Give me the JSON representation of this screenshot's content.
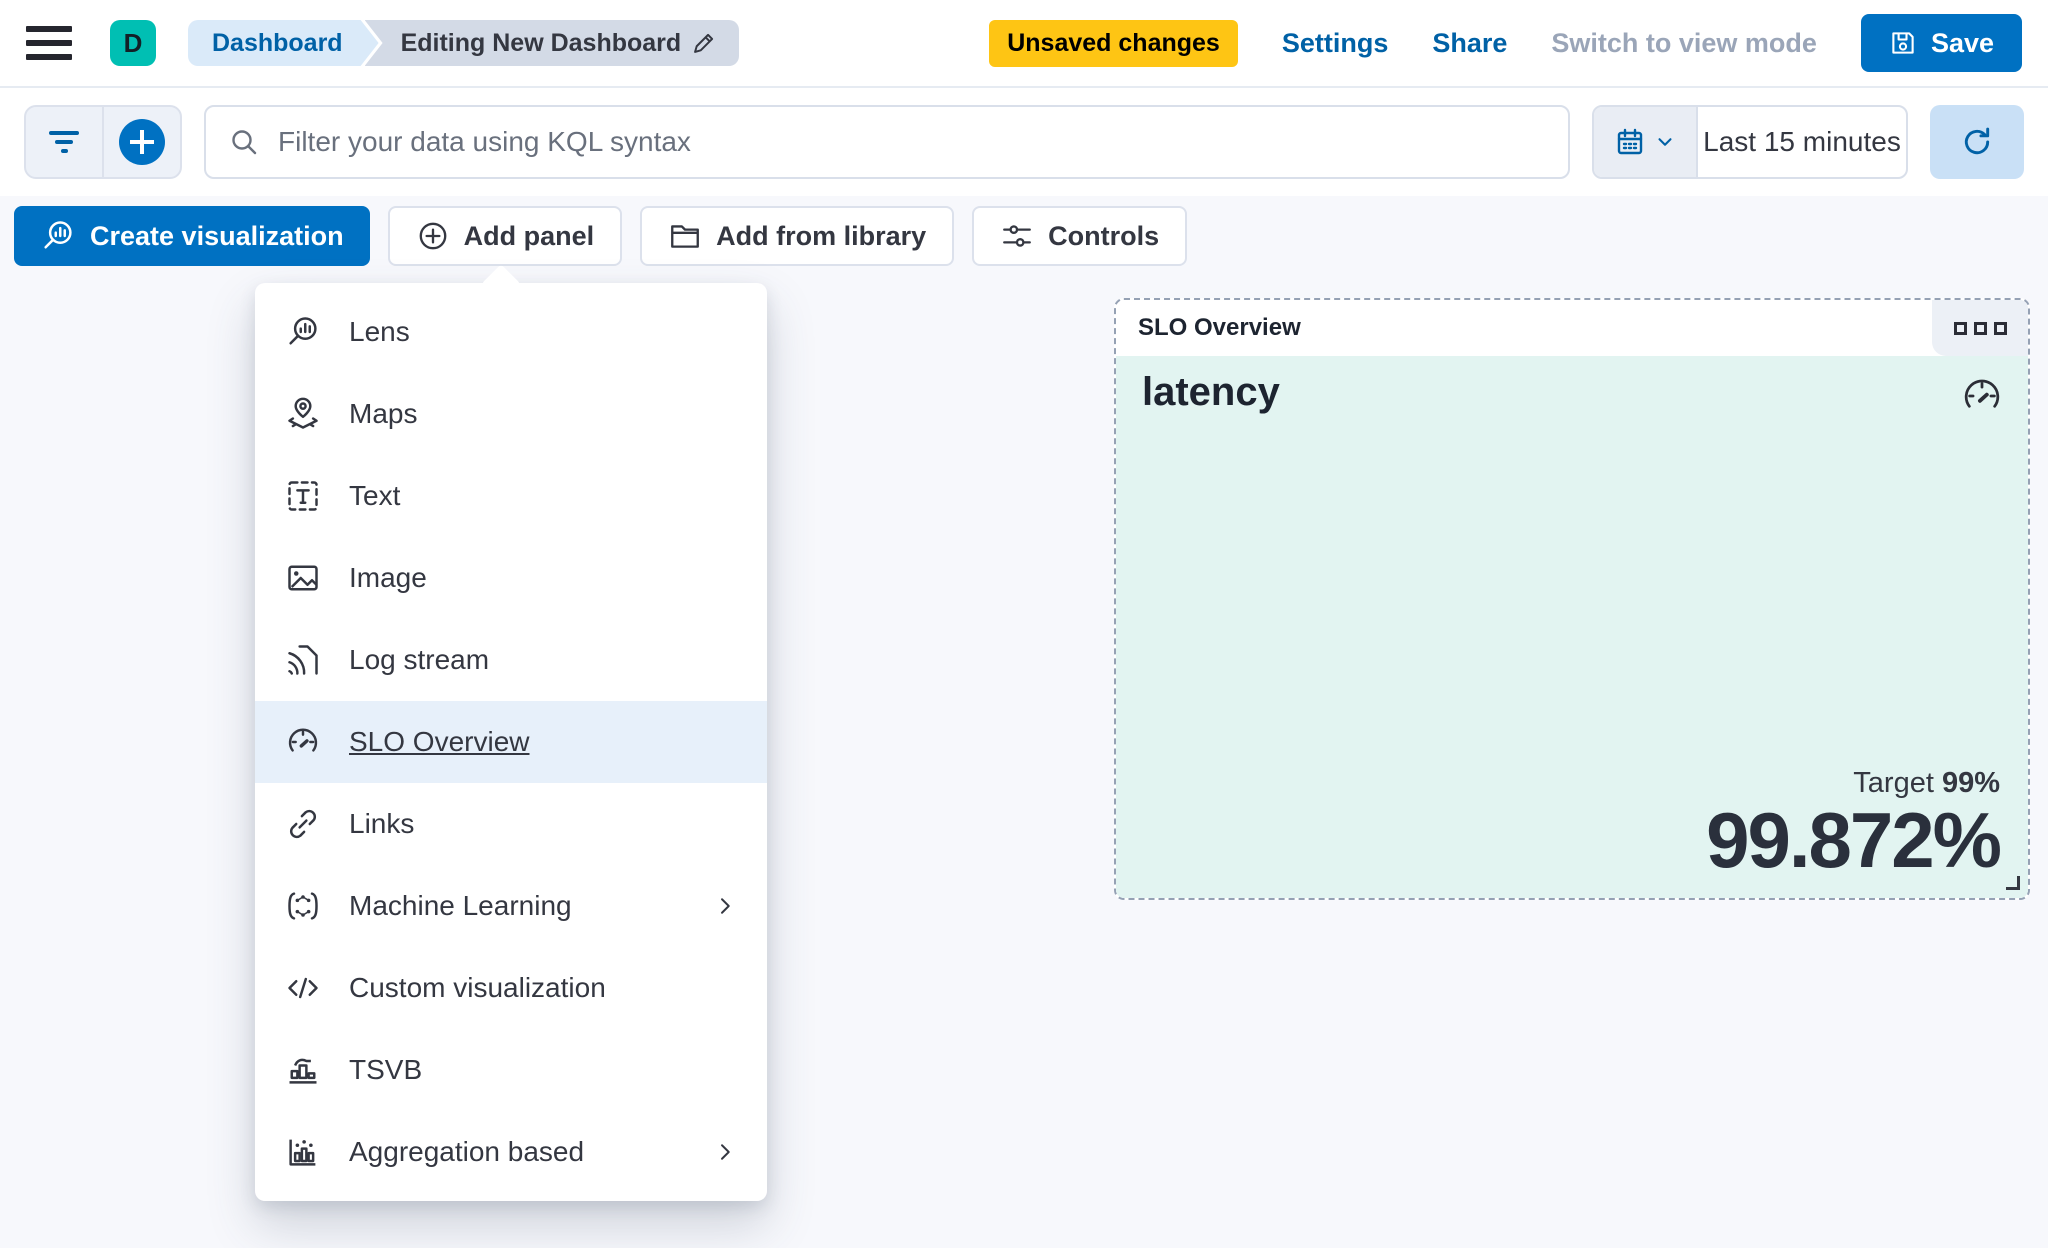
{
  "header": {
    "avatar_initial": "D",
    "breadcrumbs": [
      {
        "label": "Dashboard"
      },
      {
        "label": "Editing New Dashboard"
      }
    ],
    "unsaved_badge": "Unsaved changes",
    "settings_label": "Settings",
    "share_label": "Share",
    "switch_view_label": "Switch to view mode",
    "save_label": "Save"
  },
  "query_bar": {
    "kql_placeholder": "Filter your data using KQL syntax",
    "time_range": "Last 15 minutes"
  },
  "toolbar": {
    "create_visualization": "Create visualization",
    "add_panel": "Add panel",
    "add_from_library": "Add from library",
    "controls": "Controls"
  },
  "add_panel_menu": {
    "items": [
      {
        "label": "Lens",
        "icon": "lens-icon",
        "selected": false,
        "has_submenu": false
      },
      {
        "label": "Maps",
        "icon": "maps-icon",
        "selected": false,
        "has_submenu": false
      },
      {
        "label": "Text",
        "icon": "text-icon",
        "selected": false,
        "has_submenu": false
      },
      {
        "label": "Image",
        "icon": "image-icon",
        "selected": false,
        "has_submenu": false
      },
      {
        "label": "Log stream",
        "icon": "log-stream-icon",
        "selected": false,
        "has_submenu": false
      },
      {
        "label": "SLO Overview",
        "icon": "gauge-icon",
        "selected": true,
        "has_submenu": false
      },
      {
        "label": "Links",
        "icon": "link-icon",
        "selected": false,
        "has_submenu": false
      },
      {
        "label": "Machine Learning",
        "icon": "machine-learning-icon",
        "selected": false,
        "has_submenu": true
      },
      {
        "label": "Custom visualization",
        "icon": "code-icon",
        "selected": false,
        "has_submenu": false
      },
      {
        "label": "TSVB",
        "icon": "tsvb-icon",
        "selected": false,
        "has_submenu": false
      },
      {
        "label": "Aggregation based",
        "icon": "aggregation-icon",
        "selected": false,
        "has_submenu": true
      }
    ]
  },
  "slo_panel": {
    "title": "SLO Overview",
    "metric_name": "latency",
    "target_label": "Target",
    "target_value": "99%",
    "value": "99.872%"
  },
  "colors": {
    "primary_blue": "#0071C2",
    "link_blue": "#0061A6",
    "badge_yellow": "#FEC514",
    "avatar_teal": "#00BFB3",
    "panel_mint": "#E2F4F1",
    "menu_highlight": "#E7F0FA",
    "text_dark": "#343741",
    "canvas_bg": "#F7F8FC"
  }
}
